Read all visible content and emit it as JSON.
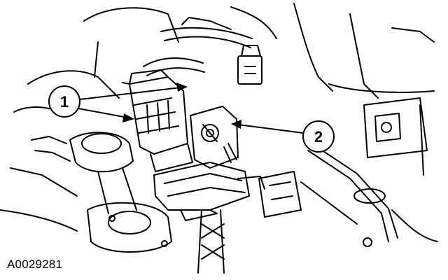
{
  "figure": {
    "id": "A0029281",
    "callouts": [
      {
        "number": "1"
      },
      {
        "number": "2"
      }
    ]
  }
}
